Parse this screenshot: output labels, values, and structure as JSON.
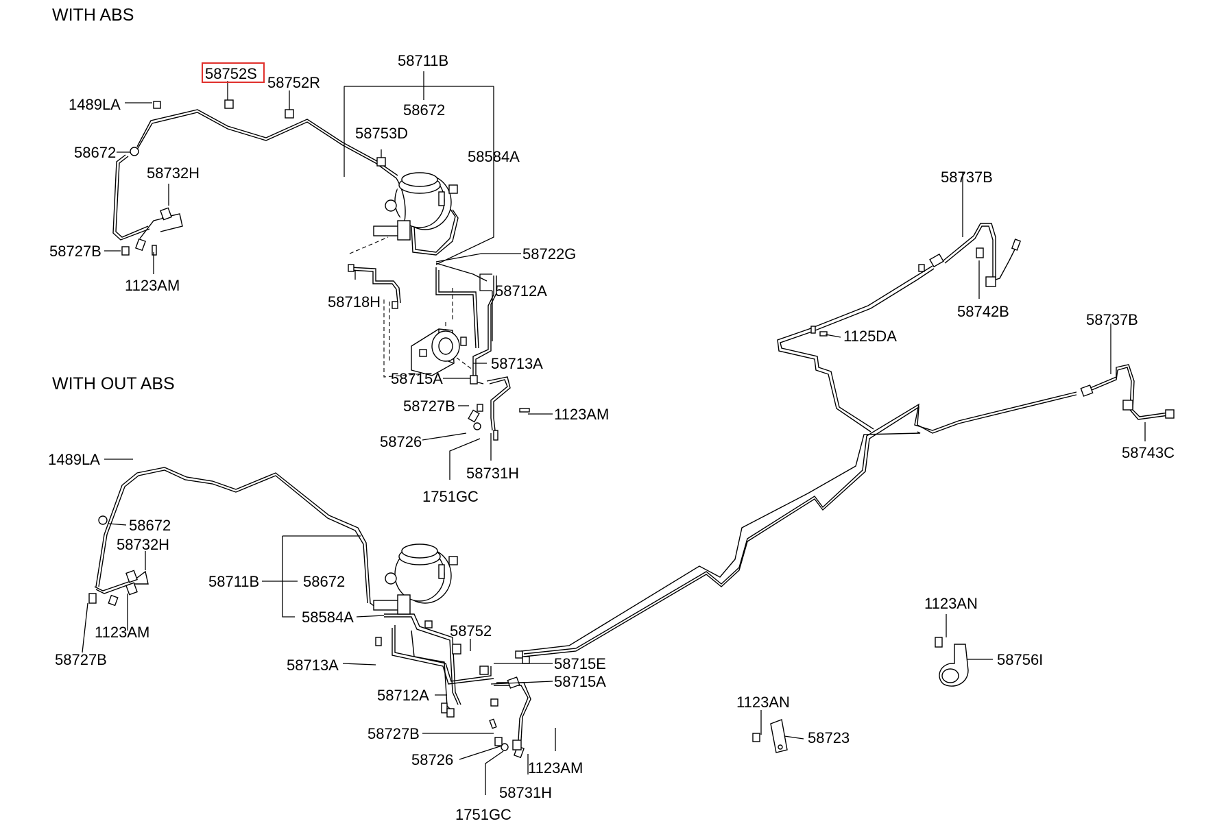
{
  "sections": {
    "with_abs": "WITH ABS",
    "without_abs": "WITH OUT  ABS"
  },
  "highlight_color": "#e0302c",
  "labels": {
    "t1": "58752S",
    "t2": "58752R",
    "t3": "58711B",
    "t4": "58672",
    "t5": "1489LA",
    "t6": "58672",
    "t7": "58753D",
    "t8": "58584A",
    "t9": "58732H",
    "t10": "58727B",
    "t11": "1123AM",
    "t12": "58722G",
    "t13": "58712A",
    "t14": "58718H",
    "t15": "58713A",
    "t16": "58715A",
    "t17": "58727B",
    "t18": "1123AM",
    "t19": "58726",
    "t20": "58731H",
    "t21": "1751GC",
    "t22": "58737B",
    "t23": "58742B",
    "t24": "1125DA",
    "t25": "58737B",
    "t26": "58743C",
    "b1": "1489LA",
    "b2": "58672",
    "b3": "58732H",
    "b4": "58711B",
    "b5": "58672",
    "b6": "58584A",
    "b7": "1123AM",
    "b8": "58727B",
    "b9": "58752",
    "b10": "58713A",
    "b11": "58715E",
    "b12": "58715A",
    "b13": "58712A",
    "b14": "58727B",
    "b15": "58726",
    "b16": "1123AM",
    "b17": "58731H",
    "b18": "1751GC",
    "b19": "1123AN",
    "b20": "58756I",
    "b21": "1123AN",
    "b22": "58723"
  }
}
